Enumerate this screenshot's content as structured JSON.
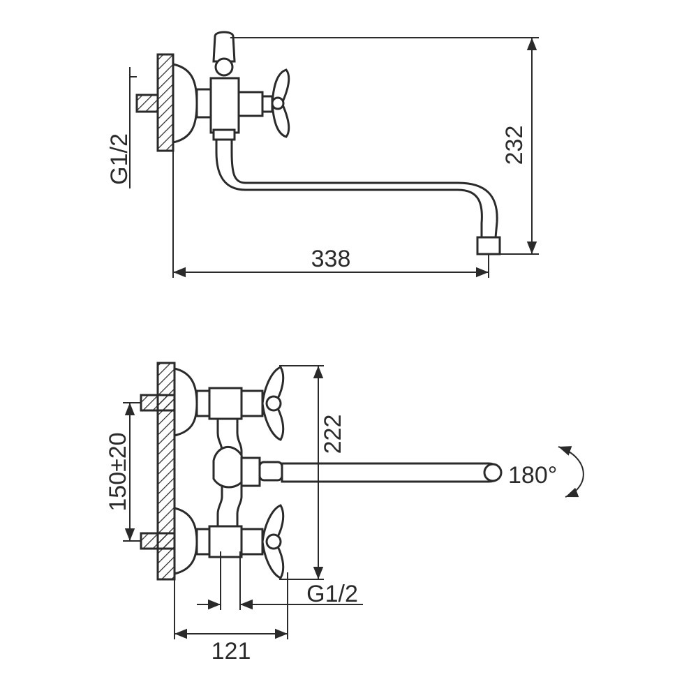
{
  "drawing": {
    "side_view": {
      "width_label": "338",
      "height_label": "232",
      "thread_label": "G1/2"
    },
    "top_view": {
      "height_label": "222",
      "spacing_label": "150±20",
      "depth_label": "121",
      "thread_label": "G1/2",
      "rotation_label": "180°"
    }
  }
}
